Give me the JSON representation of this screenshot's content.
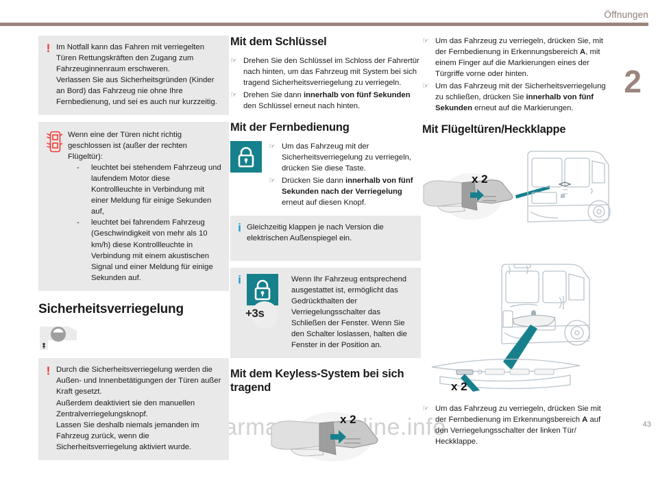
{
  "header": {
    "title": "Öffnungen",
    "chapter_number": "2",
    "page_number": "43",
    "watermark": "carmanualsonline.info",
    "rule_color": "#9b857c"
  },
  "colors": {
    "warning_red": "#e8332a",
    "info_blue": "#1b9ad6",
    "teal": "#16808c",
    "box_grey": "#e9e9e9",
    "chapter_taupe": "#9b857c"
  },
  "col1": {
    "warning_1": {
      "icon": "warning-icon",
      "lines": [
        "Im Notfall kann das Fahren mit verriegelten Türen Rettungskräften den Zugang zum Fahrzeuginnenraum erschweren.",
        "Verlassen Sie aus Sicherheitsgründen (Kinder an Bord) das Fahrzeug nie ohne Ihre Fernbedienung, und sei es auch nur kurzzeitig."
      ]
    },
    "door_note": {
      "icon": "door-ajar-warning-icon",
      "intro": "Wenn eine der Türen nicht richtig geschlossen ist (außer der rechten Flügeltür):",
      "items": [
        "leuchtet bei stehendem Fahrzeug und laufendem Motor diese Kontrollleuchte in Verbindung mit einer Meldung für einige Sekunden auf,",
        "leuchtet bei fahrendem Fahrzeug (Geschwindigkeit von mehr als 10 km/h) diese Kontrollleuchte in Verbindung mit einem akustischen Signal und einer Meldung für einige Sekunden auf."
      ],
      "dash": "-"
    },
    "heading_security": "Sicherheitsverriegelung",
    "steering_icon": "steering-wheel-icon",
    "warning_2": {
      "icon": "warning-icon",
      "lines": [
        "Durch die Sicherheitsverriegelung werden die Außen- und Innenbetätigungen der Türen außer Kraft gesetzt.",
        "Außerdem deaktiviert sie den manuellen Zentralverriegelungsknopf.",
        "Lassen Sie deshalb niemals jemanden im Fahrzeug zurück, wenn die Sicherheitsverriegelung aktiviert wurde."
      ]
    }
  },
  "col2": {
    "heading_key": "Mit dem Schlüssel",
    "key_bullets": [
      {
        "pre": "Drehen Sie den Schlüssel im Schloss der Fahrertür nach hinten, um das Fahrzeug mit System bei sich tragend Sicherheitsverriegelung zu verriegeln.",
        "bold": "",
        "post": ""
      },
      {
        "pre": "Drehen Sie dann ",
        "bold": "innerhalb von fünf Sekunden",
        "post": " den Schlüssel erneut nach hinten."
      }
    ],
    "heading_remote": "Mit der Fernbedienung",
    "lock_icon": "lock-button-icon",
    "remote_bullets": [
      {
        "pre": "Um das Fahrzeug mit der Sicherheitsverriegelung zu verriegeln, drücken Sie diese Taste.",
        "bold": "",
        "post": ""
      },
      {
        "pre": "Drücken Sie dann ",
        "bold": "innerhalb von fünf Sekunden nach der Verriegelung",
        "post": " erneut auf diesen Knopf."
      }
    ],
    "info_1": {
      "icon": "info-icon",
      "text": "Gleichzeitig klappen je nach Version die elektrischen Außenspiegel ein."
    },
    "info_2": {
      "icon": "info-icon",
      "lock_icon": "lock-button-icon",
      "clock_icon": "plus-3-seconds-icon",
      "clock_label": "+3s",
      "text": "Wenn Ihr Fahrzeug entsprechend ausgestattet ist, ermöglicht das Gedrückthalten der Verriegelungsschalter das Schließen der Fenster. Wenn Sie den Schalter loslassen, halten die Fenster in der Position an."
    },
    "heading_keyless": "Mit dem Keyless-System bei sich tragend",
    "illustration": {
      "name": "hand-pressing-remote-illustration",
      "x2_label": "x 2"
    }
  },
  "col3": {
    "top_bullets": [
      {
        "pre": "Um das Fahrzeug zu verriegeln, drücken Sie, mit der Fernbedienung in Erkennungsbereich ",
        "bold": "A",
        "post": ", mit einem Finger auf die Markierungen eines der Türgriffe vorne oder hinten."
      },
      {
        "pre": "Um das Fahrzeug mit der Sicherheitsverriegelung zu schließen, drücken Sie ",
        "bold": "innerhalb von fünf Sekunden",
        "post": " erneut auf die Markierungen."
      }
    ],
    "heading_wing": "Mit Flügeltüren/Heckklappe",
    "illustration_1": {
      "name": "hand-remote-van-rear-illustration",
      "x2_label": "x 2"
    },
    "illustration_2": {
      "name": "van-rear-tailgate-handle-illustration",
      "x2_label": "x 2"
    },
    "bottom_bullet": {
      "pre": "Um das Fahrzeug zu verriegeln, drücken Sie mit der Fernbedienung im Erkennungsbereich ",
      "bold": "A",
      "post": " auf den Verriegelungsschalter der linken Tür/ Heckklappe."
    }
  },
  "glyphs": {
    "bullet_hand": "☞",
    "warning": "!",
    "info": "i"
  }
}
